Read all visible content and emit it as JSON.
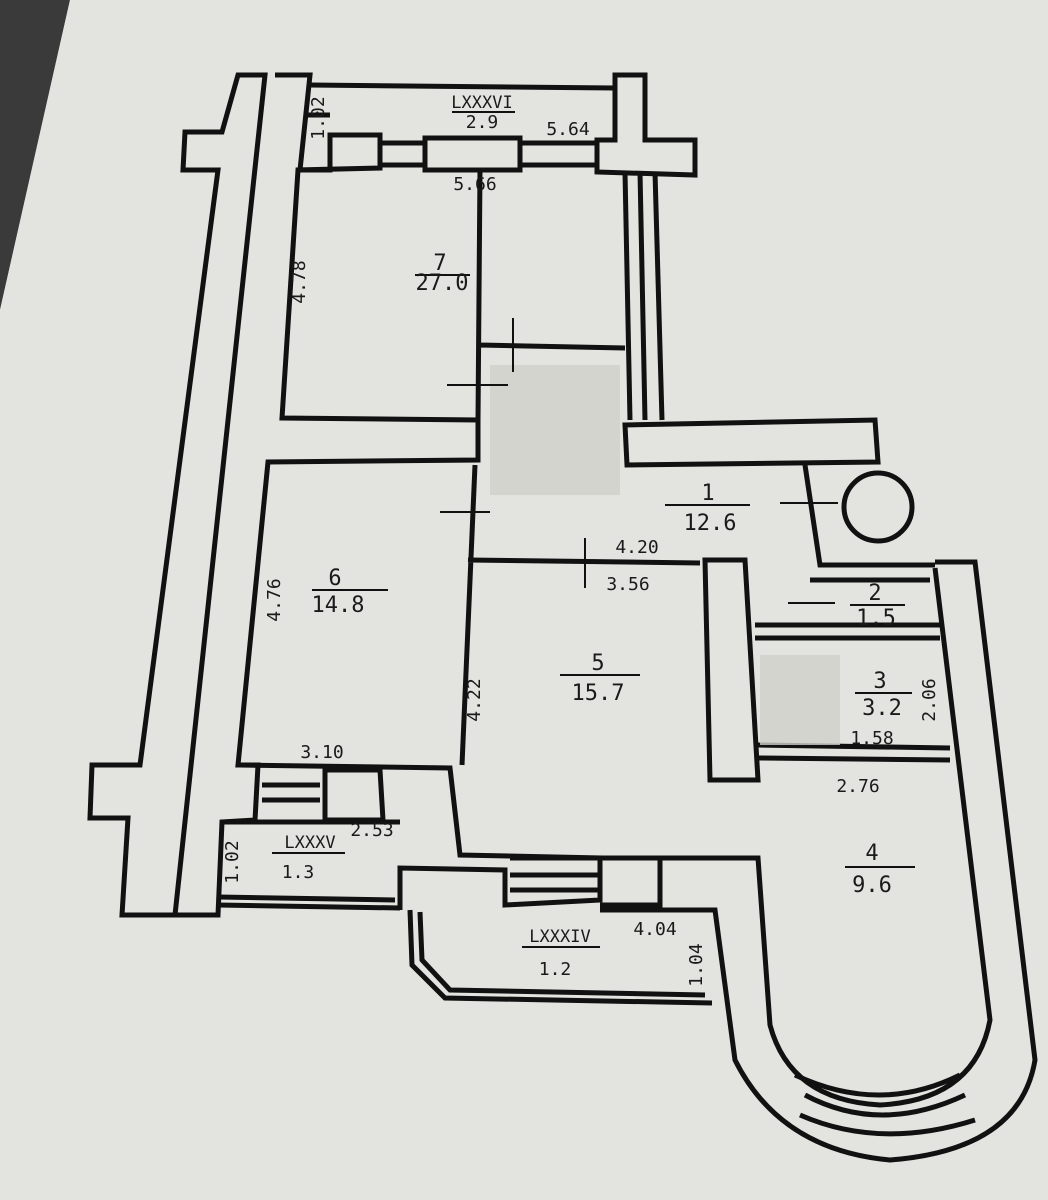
{
  "rooms": [
    {
      "number": "7",
      "area": "27.0"
    },
    {
      "number": "6",
      "area": "14.8"
    },
    {
      "number": "5",
      "area": "15.7"
    },
    {
      "number": "1",
      "area": "12.6"
    },
    {
      "number": "2",
      "area": "1.5"
    },
    {
      "number": "3",
      "area": "3.2"
    },
    {
      "number": "4",
      "area": "9.6"
    }
  ],
  "balconies": [
    {
      "code": "LXXXVI",
      "area": "2.9"
    },
    {
      "code": "LXXXV",
      "area": "1.3"
    },
    {
      "code": "LXXXIV",
      "area": "1.2"
    }
  ],
  "dimensions": {
    "top_balcony_depth": "1.02",
    "top_right": "5.64",
    "room7_width": "5.66",
    "room7_height": "4.78",
    "room6_height": "4.76",
    "hall_width": "4.20",
    "room5_width": "3.56",
    "room5_height": "4.22",
    "room3_height": "2.06",
    "room3_width": "1.58",
    "room4_width": "2.76",
    "bottom_left_width": "3.10",
    "bottom_left_balcony_width": "2.53",
    "bottom_left_balcony_depth": "1.02",
    "bottom_balcony_width": "4.04",
    "bottom_balcony_depth": "1.04"
  }
}
